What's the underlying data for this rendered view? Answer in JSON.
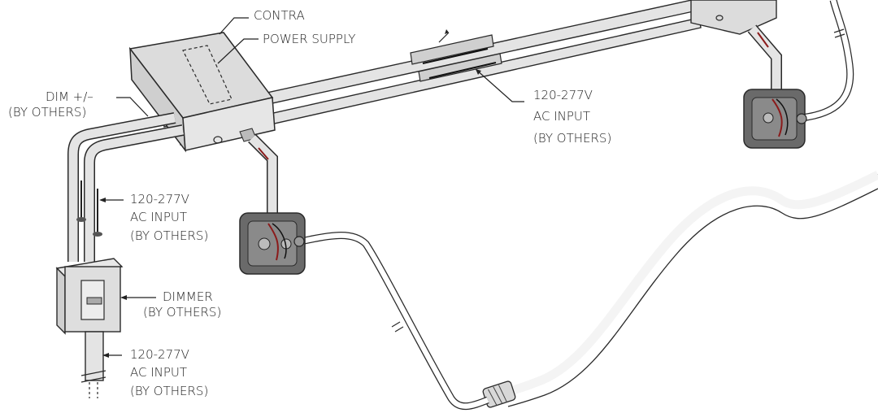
{
  "labels": {
    "contra": "CONTRA",
    "power_supply": "POWER SUPPLY",
    "dim": "DIM +/–",
    "dim_by_others": "(BY OTHERS)",
    "ac_input_1_voltage": "120-277V",
    "ac_input_1_text": "AC INPUT",
    "ac_input_1_by_others": "(BY OTHERS)",
    "ac_input_2_voltage": "120-277V",
    "ac_input_2_text": "AC INPUT",
    "ac_input_2_by_others": "(BY OTHERS)",
    "dimmer": "DIMMER",
    "dimmer_by_others": "(BY OTHERS)",
    "ac_input_3_voltage": "120-277V",
    "ac_input_3_text": "AC INPUT",
    "ac_input_3_by_others": "(BY OTHERS)"
  },
  "colors": {
    "conduit_fill": "#e4e4e4",
    "box_fill": "#dcdcdc",
    "junction_box": "#6a6a6a",
    "wire_red": "#8b1a1a"
  }
}
